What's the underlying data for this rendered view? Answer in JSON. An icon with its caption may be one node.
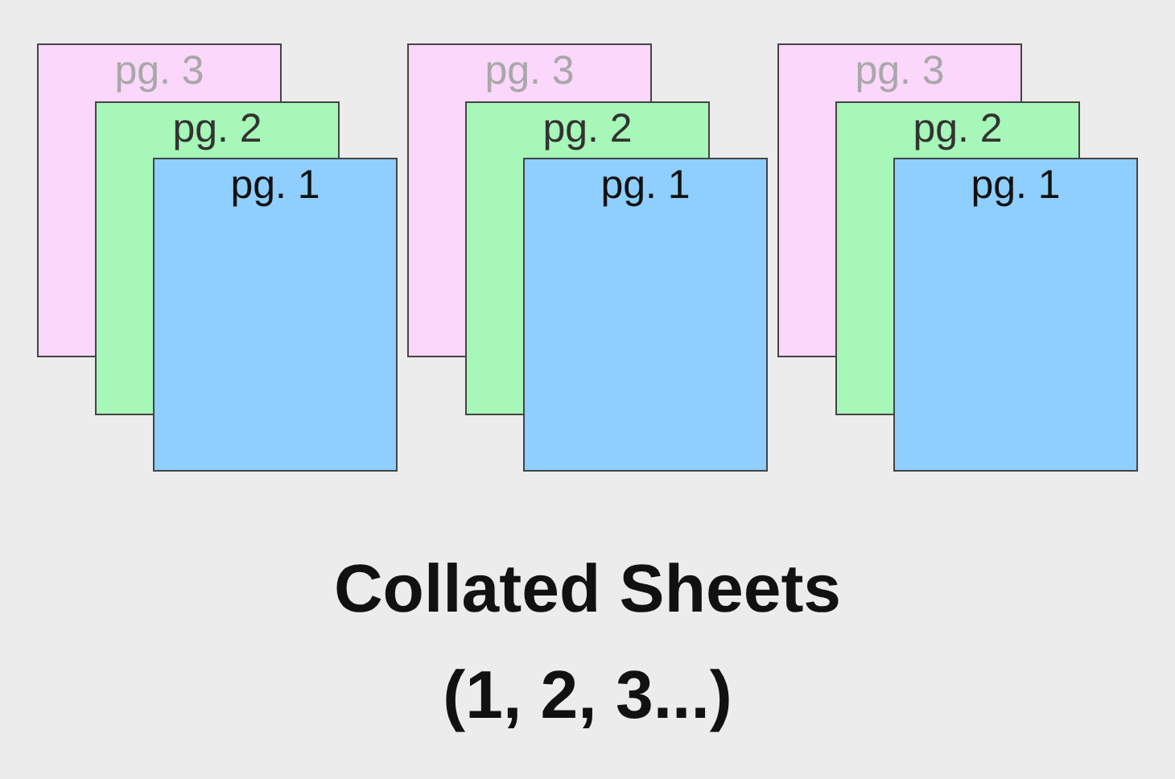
{
  "diagram": {
    "title": "Collated Sheets",
    "caption": "(1, 2, 3...)",
    "nodes": [
      {
        "text": [
          "pg. 3"
        ]
      },
      {
        "text": [
          "pg. 2"
        ]
      },
      {
        "text": [
          "pg. 1"
        ]
      },
      {
        "text": [
          "pg. 3"
        ]
      },
      {
        "text": [
          "pg. 2"
        ]
      },
      {
        "text": [
          "pg. 1"
        ]
      },
      {
        "text": [
          "pg. 3"
        ]
      },
      {
        "text": [
          "pg. 2"
        ]
      },
      {
        "text": [
          "pg. 1"
        ]
      }
    ]
  }
}
